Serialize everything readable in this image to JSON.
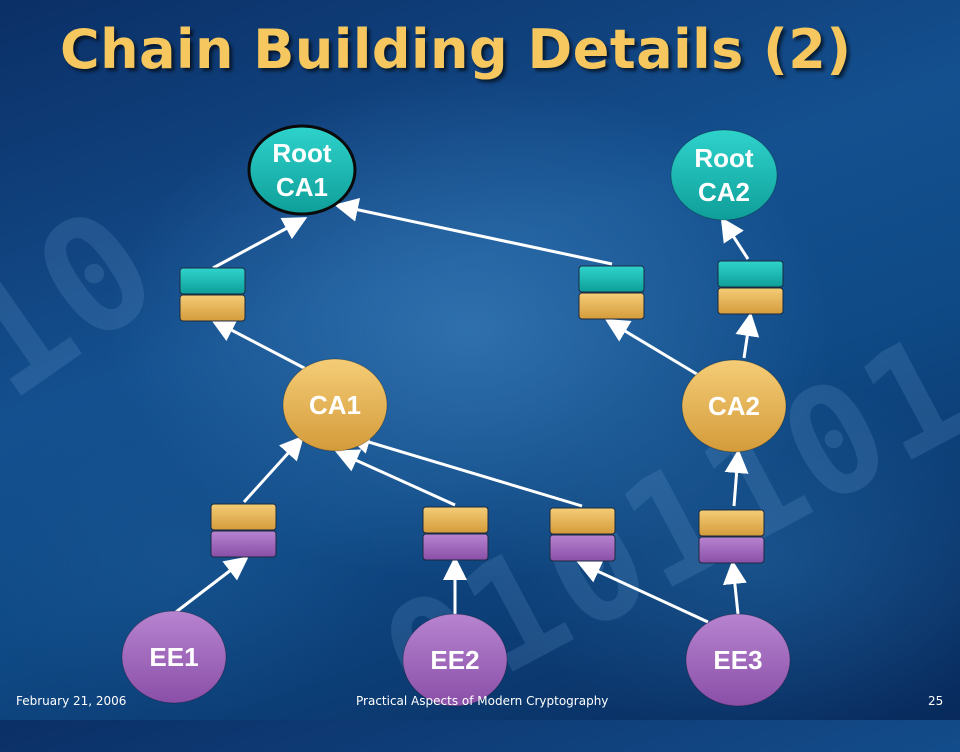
{
  "slide": {
    "title": "Chain Building Details (2)",
    "footer_date": "February 21, 2006",
    "footer_center": "Practical Aspects of Modern Cryptography",
    "page_number": "25"
  },
  "colors": {
    "title": "#f5c75e",
    "root_ca": "#1fbcb6",
    "ca": "#e8b75c",
    "ee": "#a46bc0",
    "edge": "#ffffff"
  },
  "nodes": [
    {
      "id": "root-ca1",
      "lines": [
        "Root",
        "CA1"
      ],
      "kind": "root",
      "label_color": "#ffffff"
    },
    {
      "id": "root-ca2",
      "lines": [
        "Root",
        "CA2"
      ],
      "kind": "root",
      "label_color": "#ffffff"
    },
    {
      "id": "ca1",
      "lines": [
        "CA1"
      ],
      "kind": "ca",
      "label_color": "#ffffff"
    },
    {
      "id": "ca2",
      "lines": [
        "CA2"
      ],
      "kind": "ca",
      "label_color": "#ffffff"
    },
    {
      "id": "ee1",
      "lines": [
        "EE1"
      ],
      "kind": "ee",
      "label_color": "#ffffff"
    },
    {
      "id": "ee2",
      "lines": [
        "EE2"
      ],
      "kind": "ee",
      "label_color": "#ffffff"
    },
    {
      "id": "ee3",
      "lines": [
        "EE3"
      ],
      "kind": "ee",
      "label_color": "#ffffff"
    }
  ],
  "certificates": [
    {
      "id": "cert-ca1-by-root-ca1",
      "issuer": "root-ca1",
      "subject": "ca1"
    },
    {
      "id": "cert-ca2-by-root-ca1",
      "issuer": "root-ca1",
      "subject": "ca2"
    },
    {
      "id": "cert-ca2-by-root-ca2",
      "issuer": "root-ca2",
      "subject": "ca2"
    },
    {
      "id": "cert-ee1-by-ca1",
      "issuer": "ca1",
      "subject": "ee1"
    },
    {
      "id": "cert-ee2-by-ca1",
      "issuer": "ca1",
      "subject": "ee2"
    },
    {
      "id": "cert-ee3-by-ca1",
      "issuer": "ca1",
      "subject": "ee3"
    },
    {
      "id": "cert-ee3-by-ca2",
      "issuer": "ca2",
      "subject": "ee3"
    }
  ]
}
